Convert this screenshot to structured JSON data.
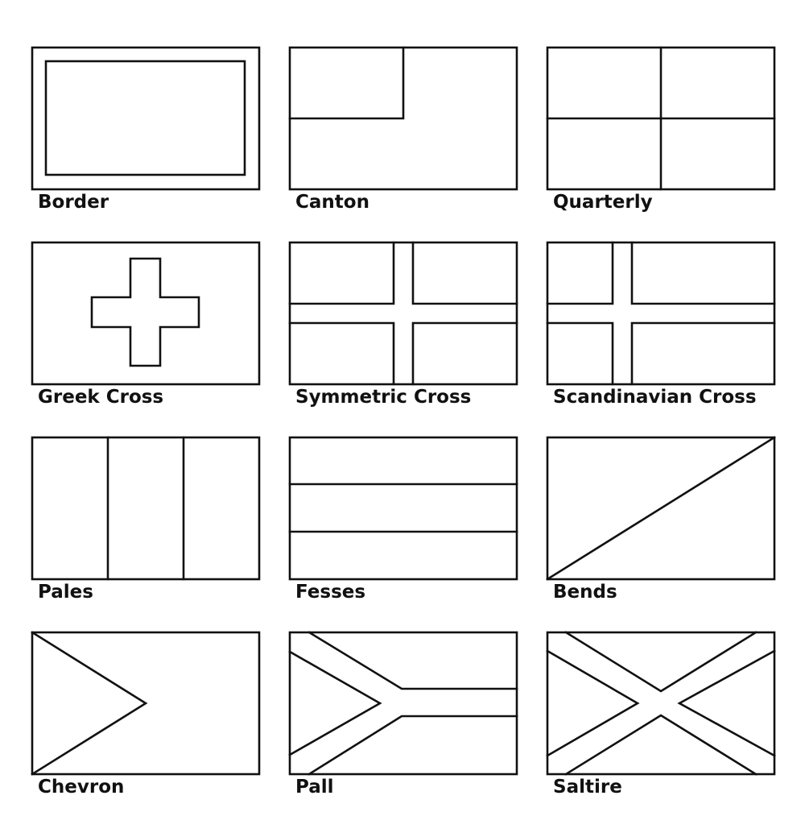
{
  "flags": [
    {
      "key": "border",
      "label": "Border"
    },
    {
      "key": "canton",
      "label": "Canton"
    },
    {
      "key": "quarterly",
      "label": "Quarterly"
    },
    {
      "key": "greek-cross",
      "label": "Greek Cross"
    },
    {
      "key": "symmetric-cross",
      "label": "Symmetric Cross"
    },
    {
      "key": "scandinavian-cross",
      "label": "Scandinavian Cross"
    },
    {
      "key": "pales",
      "label": "Pales"
    },
    {
      "key": "fesses",
      "label": "Fesses"
    },
    {
      "key": "bends",
      "label": "Bends"
    },
    {
      "key": "chevron",
      "label": "Chevron"
    },
    {
      "key": "pall",
      "label": "Pall"
    },
    {
      "key": "saltire",
      "label": "Saltire"
    }
  ],
  "colors": {
    "line": "#111111",
    "background": "#ffffff"
  }
}
